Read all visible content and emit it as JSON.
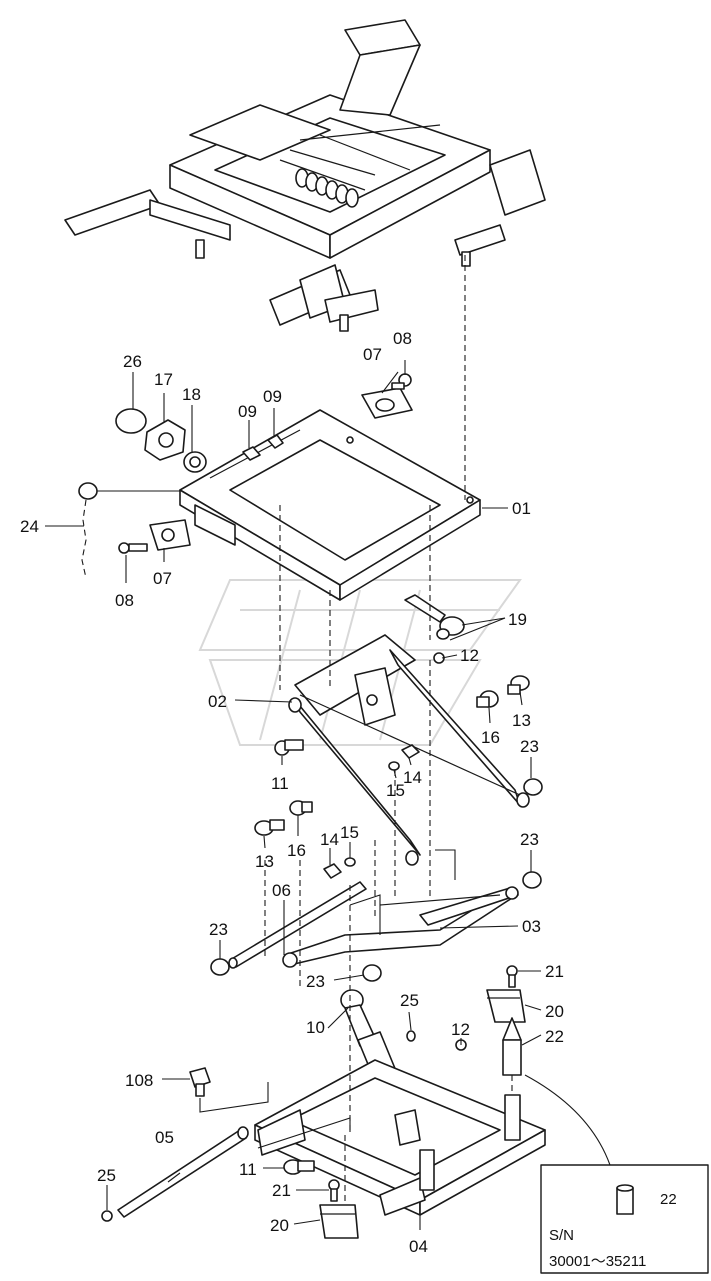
{
  "callouts": {
    "c01": "01",
    "c02": "02",
    "c03": "03",
    "c04": "04",
    "c05": "05",
    "c06": "06",
    "c07a": "07",
    "c07b": "07",
    "c08a": "08",
    "c08b": "08",
    "c09a": "09",
    "c09b": "09",
    "c10": "10",
    "c11a": "11",
    "c11b": "11",
    "c12a": "12",
    "c12b": "12",
    "c13a": "13",
    "c13b": "13",
    "c14a": "14",
    "c14b": "14",
    "c15a": "15",
    "c15b": "15",
    "c16a": "16",
    "c16b": "16",
    "c17": "17",
    "c18": "18",
    "c19": "19",
    "c20a": "20",
    "c20b": "20",
    "c21a": "21",
    "c21b": "21",
    "c22a": "22",
    "c22b": "22",
    "c23a": "23",
    "c23b": "23",
    "c23c": "23",
    "c23d": "23",
    "c24": "24",
    "c25a": "25",
    "c25b": "25",
    "c26": "26",
    "c108": "108"
  },
  "inset": {
    "part_label": "22",
    "sn_label": "S/N",
    "sn_range": "30001～35211"
  },
  "colors": {
    "line": "#1a1a1a",
    "background": "#ffffff",
    "watermark": "#d8d8d8"
  }
}
